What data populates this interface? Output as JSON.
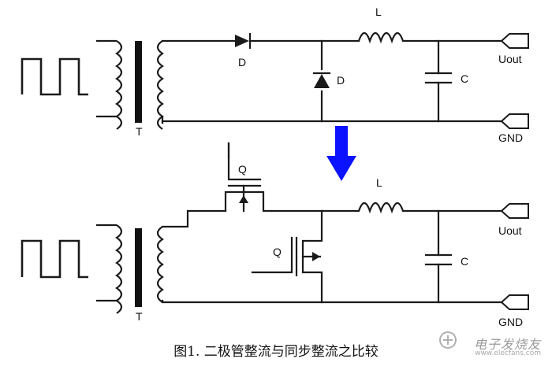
{
  "top_circuit": {
    "transformer_label": "T",
    "diode_series_label": "D",
    "diode_shunt_label": "D",
    "inductor_label": "L",
    "capacitor_label": "C",
    "out_label": "Uout",
    "gnd_label": "GND"
  },
  "bottom_circuit": {
    "transformer_label": "T",
    "mosfet_series_label": "Q",
    "mosfet_shunt_label": "Q",
    "inductor_label": "L",
    "capacitor_label": "C",
    "out_label": "Uout",
    "gnd_label": "GND"
  },
  "arrow_color": "#0a12ff",
  "caption": "图1. 二极管整流与同步整流之比较",
  "watermark": {
    "text": "电子发烧友",
    "sub": "www.elecfans.com"
  }
}
